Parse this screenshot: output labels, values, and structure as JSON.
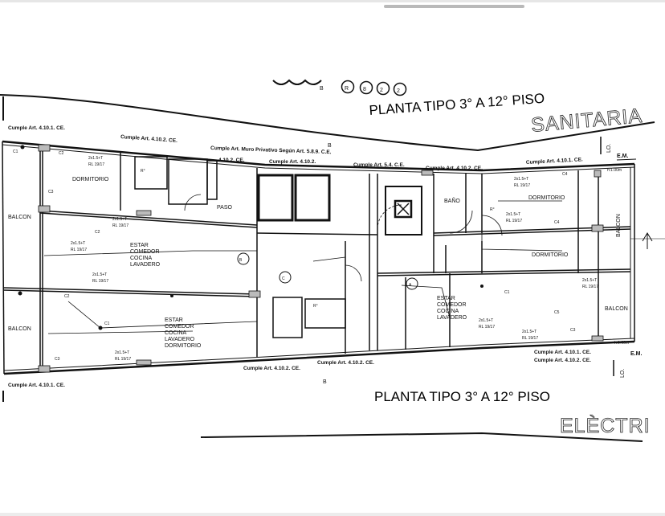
{
  "drawing": {
    "sheet_tags": [
      "R",
      "8",
      "2",
      "2"
    ],
    "top_title": "PLANTA TIPO 3° A 12° PISO",
    "top_subtitle": "SANITARIA",
    "bottom_title": "PLANTA TIPO 3° A 12° PISO",
    "bottom_subtitle": "ELÈCTRI",
    "section_mark": "B",
    "level_mark": "LO.",
    "em_label": "E.M.",
    "height_label_top": "h:1.00m",
    "height_label_bottom": "h:1.00m",
    "notes": {
      "top_left": "Cumple Art. 4.10.1. CE.",
      "top_mid": "Cumple Art. 4.10.2. CE.",
      "muro": "Cumple Art. Muro Privativo Según Art. 5.8.9. C.E.",
      "muro_sub": "4.10.2. CE.",
      "top_mid2": "Cumple Art. 4.10.2.",
      "art54": "Cumple Art. 5.4. C.E.",
      "top_right_mid": "Cumple Art. 4.10.2. CE.",
      "top_right": "Cumple Art. 4.10.1. CE.",
      "bottom_left": "Cumple Art. 4.10.1. CE.",
      "bottom_mid1": "Cumple Art. 4.10.2. CE.",
      "bottom_mid2": "Cumple Art. 4.10.2. CE.",
      "bottom_right1": "Cumple Art. 4.10.1. CE.",
      "bottom_right2": "Cumple Art. 4.10.2. CE."
    },
    "rooms": {
      "balcon_left_top": "BALCON",
      "balcon_left_bottom": "BALCON",
      "balcon_right_top": "BALCON",
      "balcon_right_bottom": "BALCON",
      "dormitorio_1": "DORMITORIO",
      "dormitorio_2": "DORMITORIO",
      "dormitorio_3": "DORMITORIO",
      "paso": "PASO",
      "bano": "BAÑO",
      "estar_1": [
        "ESTAR",
        "COMEDOR",
        "COCINA",
        "LAVADERO"
      ],
      "estar_2": [
        "ESTAR",
        "COMEDOR",
        "COCINA",
        "LAVADERO",
        "DORMITORIO"
      ],
      "estar_3": [
        "ESTAR",
        "COMEDOR",
        "COCINA",
        "LAVADERO"
      ]
    },
    "circuit_labels": [
      "C1",
      "C2",
      "C3",
      "C4",
      "C5",
      "C1",
      "C2",
      "C3",
      "C2",
      "C4",
      "C3",
      "C1"
    ],
    "cable_label": "2x1.5+T",
    "cable_sub": "RL 19/17",
    "markers": [
      "A",
      "B",
      "C",
      "R°"
    ]
  }
}
